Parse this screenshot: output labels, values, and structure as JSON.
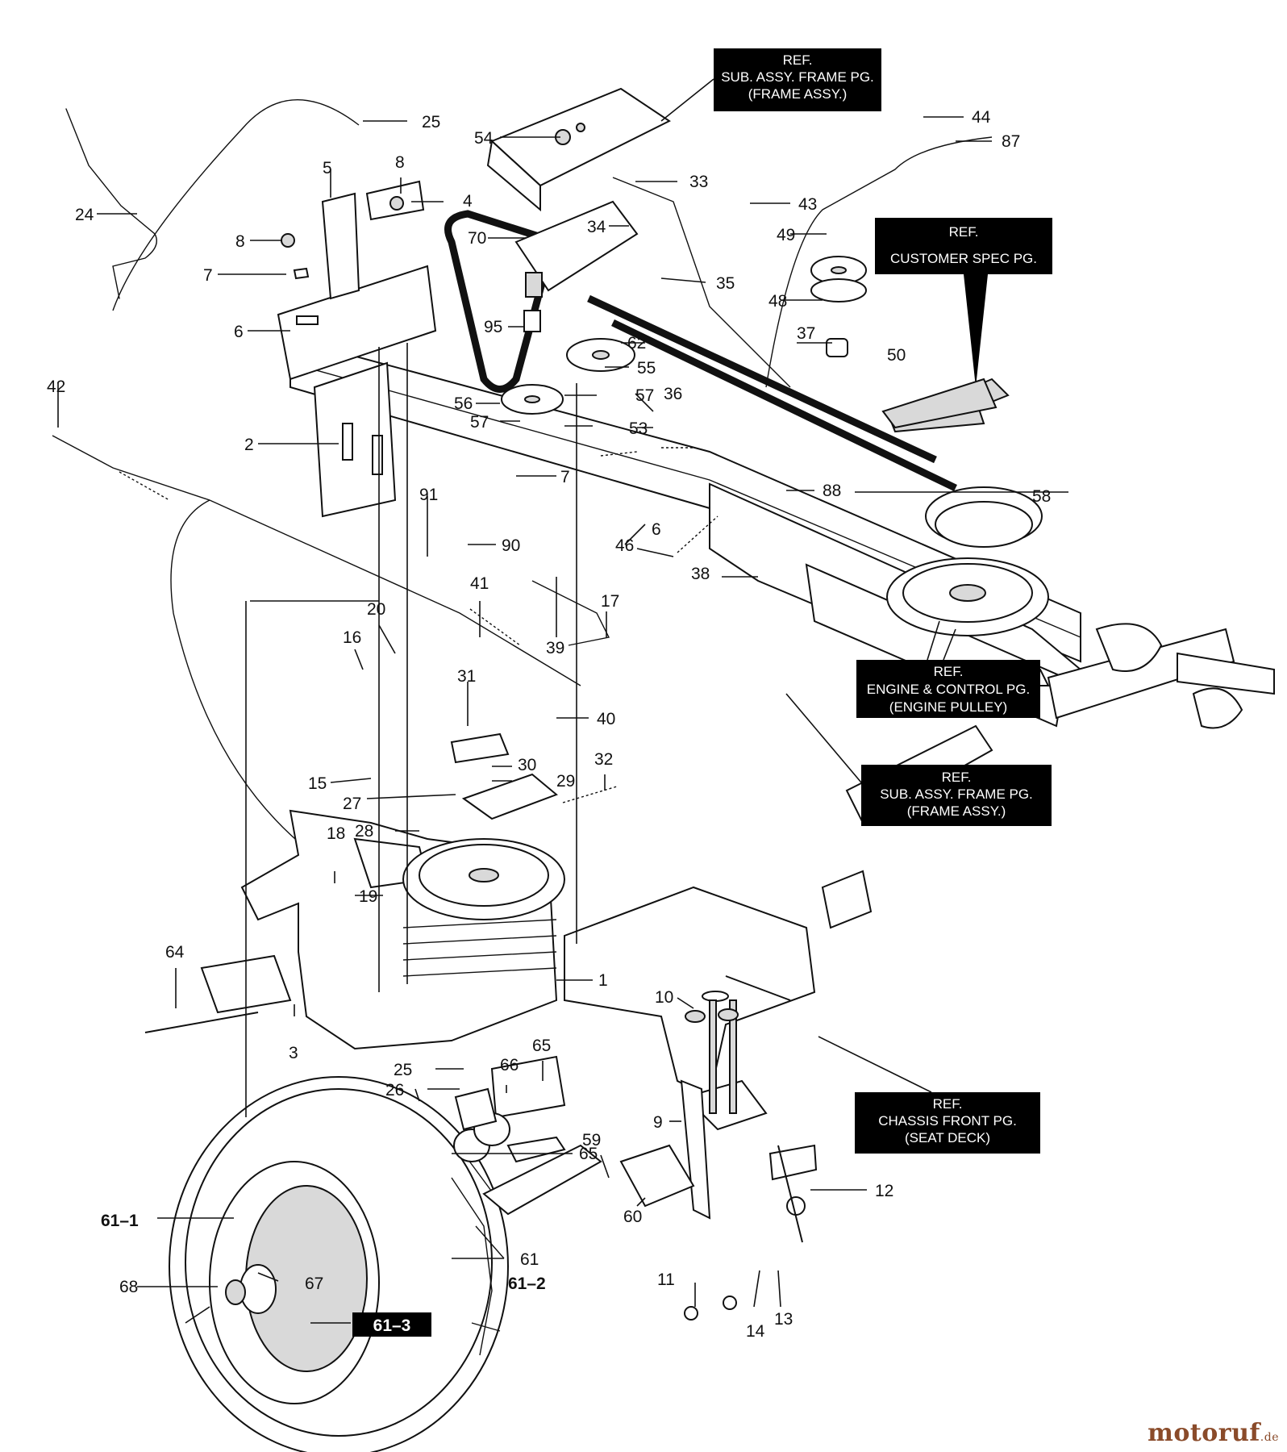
{
  "ref_boxes": [
    {
      "id": "frame-top",
      "lines": [
        "REF.",
        "SUB. ASSY. FRAME PG.",
        "(FRAME ASSY.)"
      ]
    },
    {
      "id": "customer-spec",
      "lines": [
        "REF.",
        "CUSTOMER SPEC PG."
      ]
    },
    {
      "id": "engine-control",
      "lines": [
        "REF.",
        "ENGINE & CONTROL PG.",
        "(ENGINE PULLEY)"
      ]
    },
    {
      "id": "frame-mid",
      "lines": [
        "REF.",
        "SUB. ASSY. FRAME PG.",
        "(FRAME ASSY.)"
      ]
    },
    {
      "id": "chassis-front",
      "lines": [
        "REF.",
        "CHASSIS FRONT PG.",
        "(SEAT DECK)"
      ]
    }
  ],
  "callouts": [
    "25",
    "54",
    "33",
    "44",
    "87",
    "43",
    "5",
    "8",
    "4",
    "24",
    "8",
    "7",
    "70",
    "34",
    "49",
    "6",
    "95",
    "35",
    "62",
    "48",
    "37",
    "50",
    "42",
    "55",
    "56",
    "57",
    "36",
    "57",
    "53",
    "2",
    "7",
    "88",
    "58",
    "91",
    "90",
    "6",
    "46",
    "38",
    "41",
    "17",
    "20",
    "16",
    "31",
    "39",
    "40",
    "30",
    "29",
    "32",
    "15",
    "27",
    "28",
    "18",
    "19",
    "64",
    "1",
    "10",
    "3",
    "25",
    "65",
    "66",
    "26",
    "9",
    "59",
    "12",
    "60",
    "61–1",
    "61",
    "61–2",
    "68",
    "67",
    "61–3",
    "11",
    "14",
    "13"
  ],
  "watermark": {
    "brand": "motoruf",
    "tld": ".de"
  }
}
